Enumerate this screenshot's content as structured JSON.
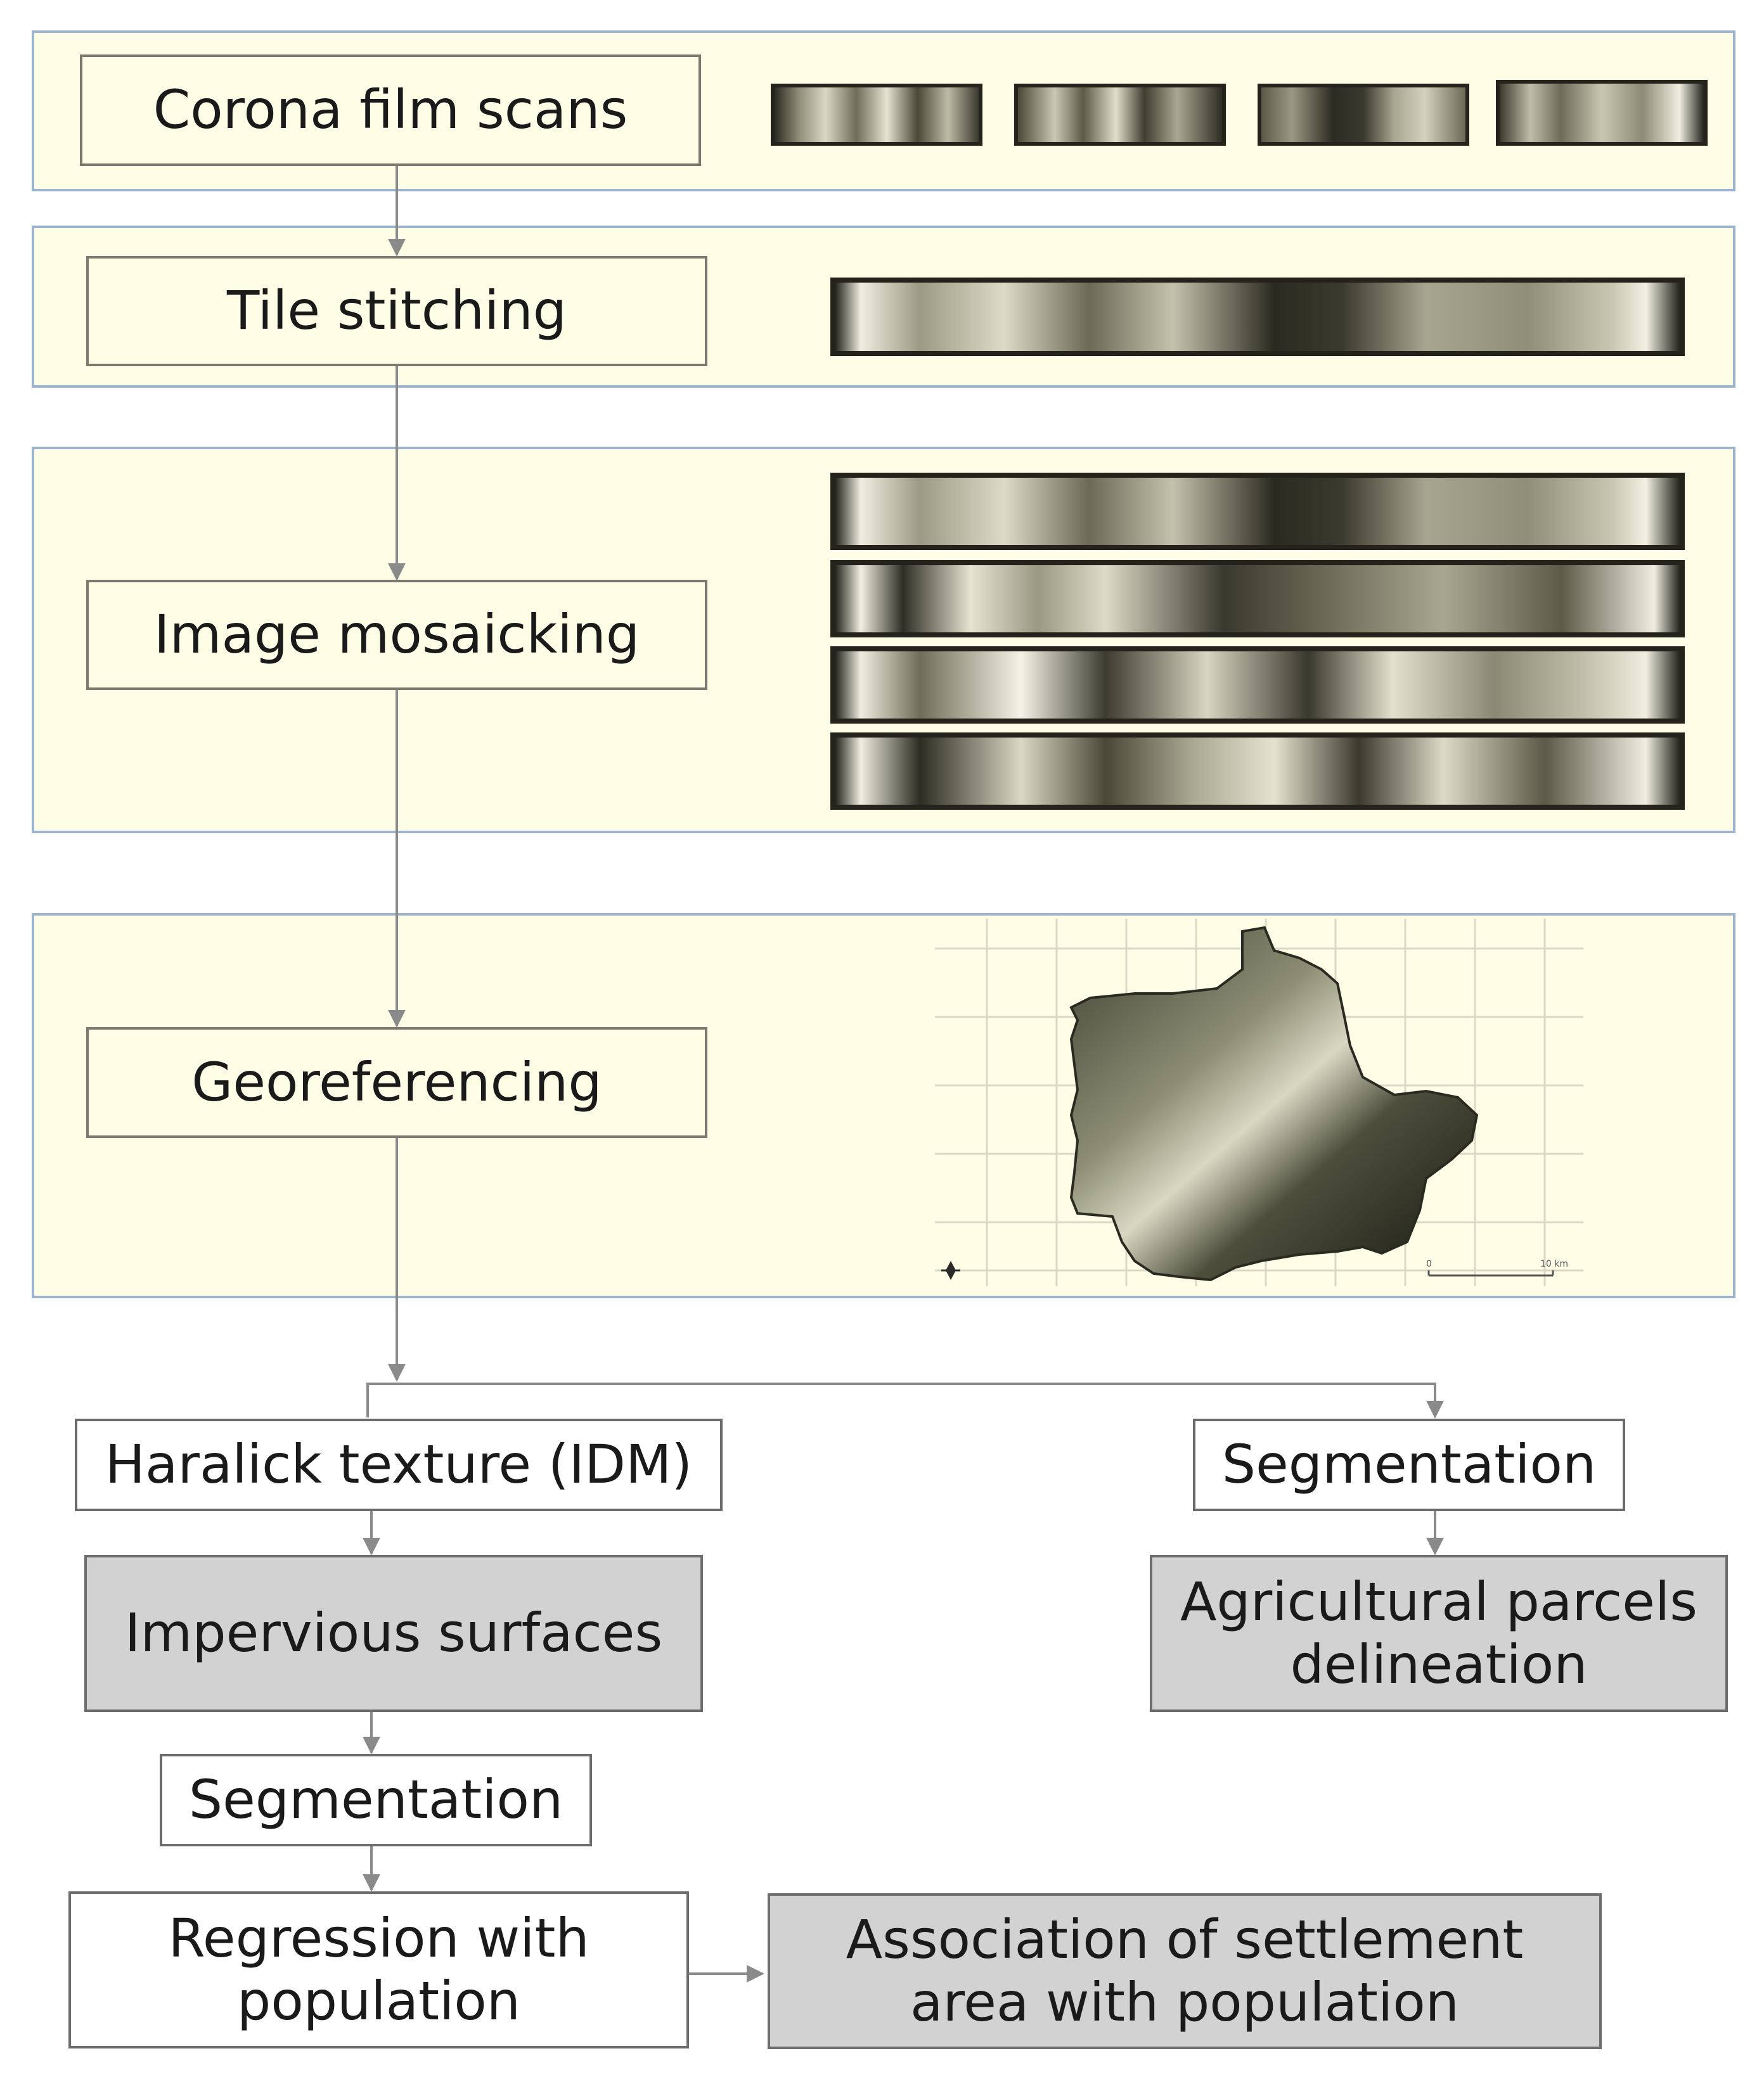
{
  "steps": {
    "film_scans": "Corona film scans",
    "tile_stitching": "Tile stitching",
    "mosaicking": "Image mosaicking",
    "georeferencing": "Georeferencing",
    "haralick": "Haralick texture (IDM)",
    "segmentation_right": "Segmentation",
    "impervious": "Impervious surfaces",
    "agri_parcels": "Agricultural parcels delineation",
    "segmentation_left": "Segmentation",
    "regression": "Regression with population",
    "association": "Association of settlement area with population"
  },
  "map_images": {
    "scale_zero": "0",
    "scale_end": "10 km"
  },
  "colors": {
    "panel_fill": "#fefde6",
    "panel_border": "#9db4cf",
    "result_fill": "#d2d2d2",
    "connector": "#8a8a8a"
  }
}
